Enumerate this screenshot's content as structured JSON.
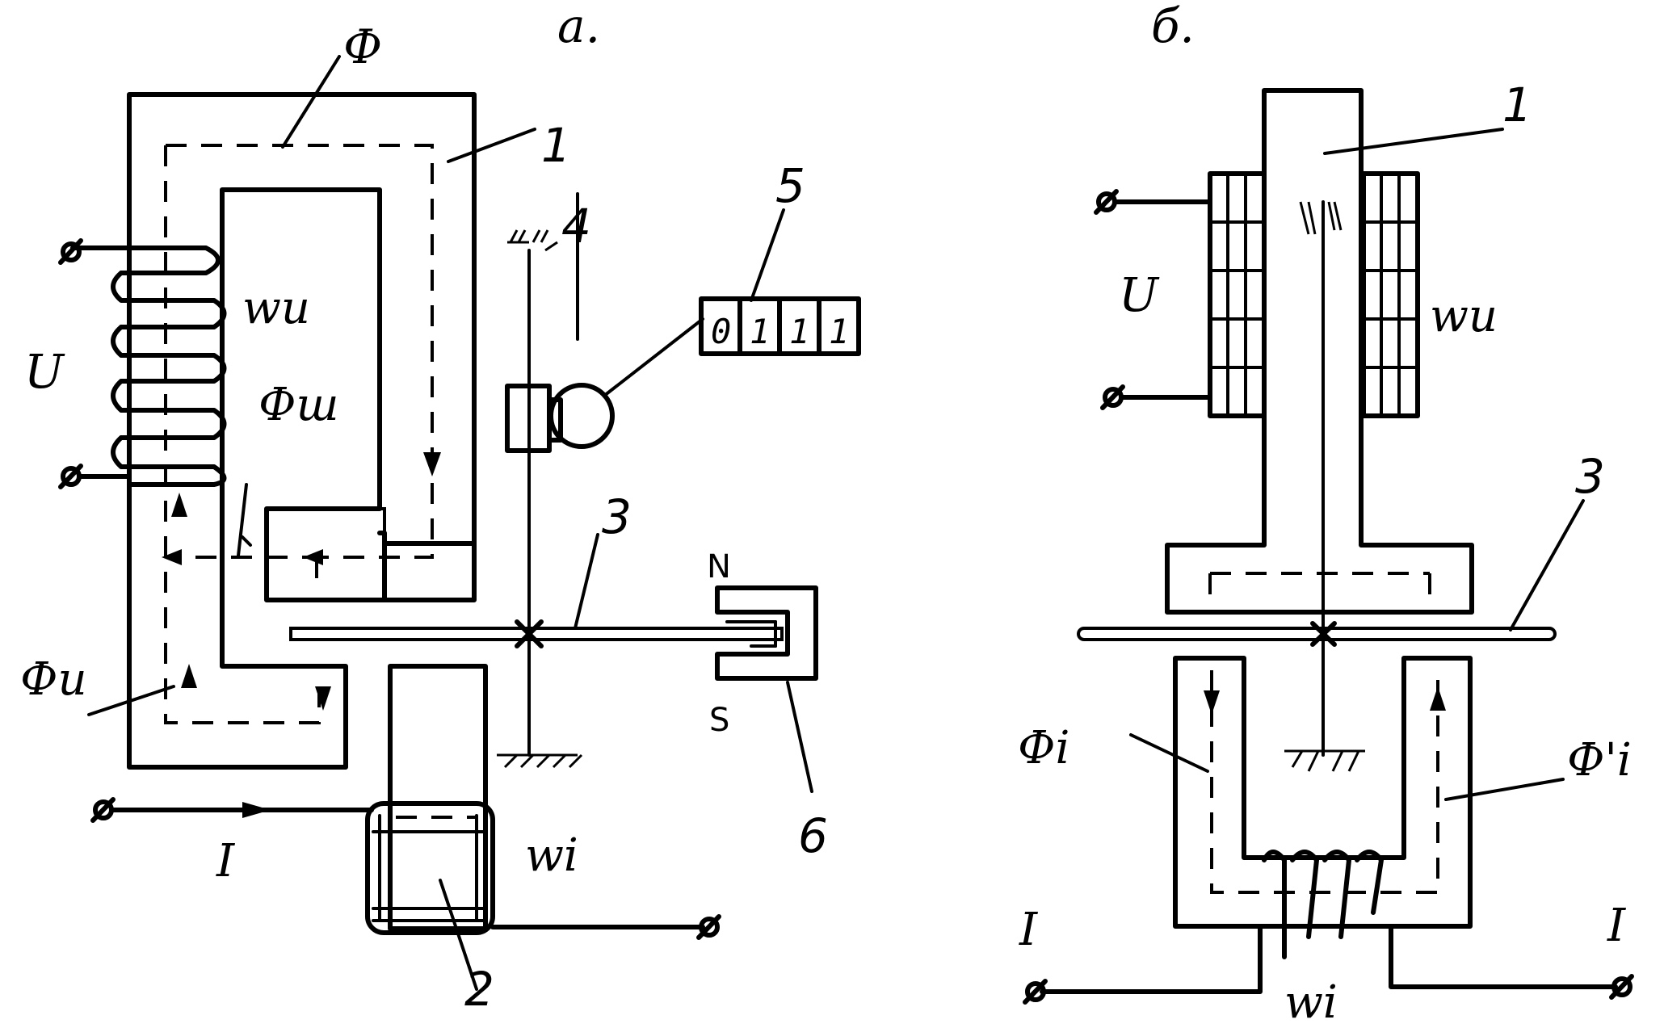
{
  "panels": {
    "a": {
      "title": "a."
    },
    "b": {
      "title": "б."
    }
  },
  "labels_a": {
    "flux_main": "Ф",
    "part_1": "1",
    "winding_voltage": "wu",
    "voltage": "U",
    "flux_shunt": "Фш",
    "flux_voltage": "Фu",
    "part_2": "2",
    "part_3": "3",
    "part_4": "4",
    "part_5": "5",
    "part_6": "6",
    "north": "N",
    "south": "S",
    "current": "I",
    "winding_current": "wi"
  },
  "counter_digits": [
    "0",
    "1",
    "1",
    "1"
  ],
  "labels_b": {
    "part_1": "1",
    "voltage": "U",
    "winding_voltage": "wu",
    "part_3": "3",
    "flux_current": "Фi",
    "flux_current_prime": "Ф'i",
    "current_left": "I",
    "current_right": "I",
    "winding_current": "wi"
  }
}
